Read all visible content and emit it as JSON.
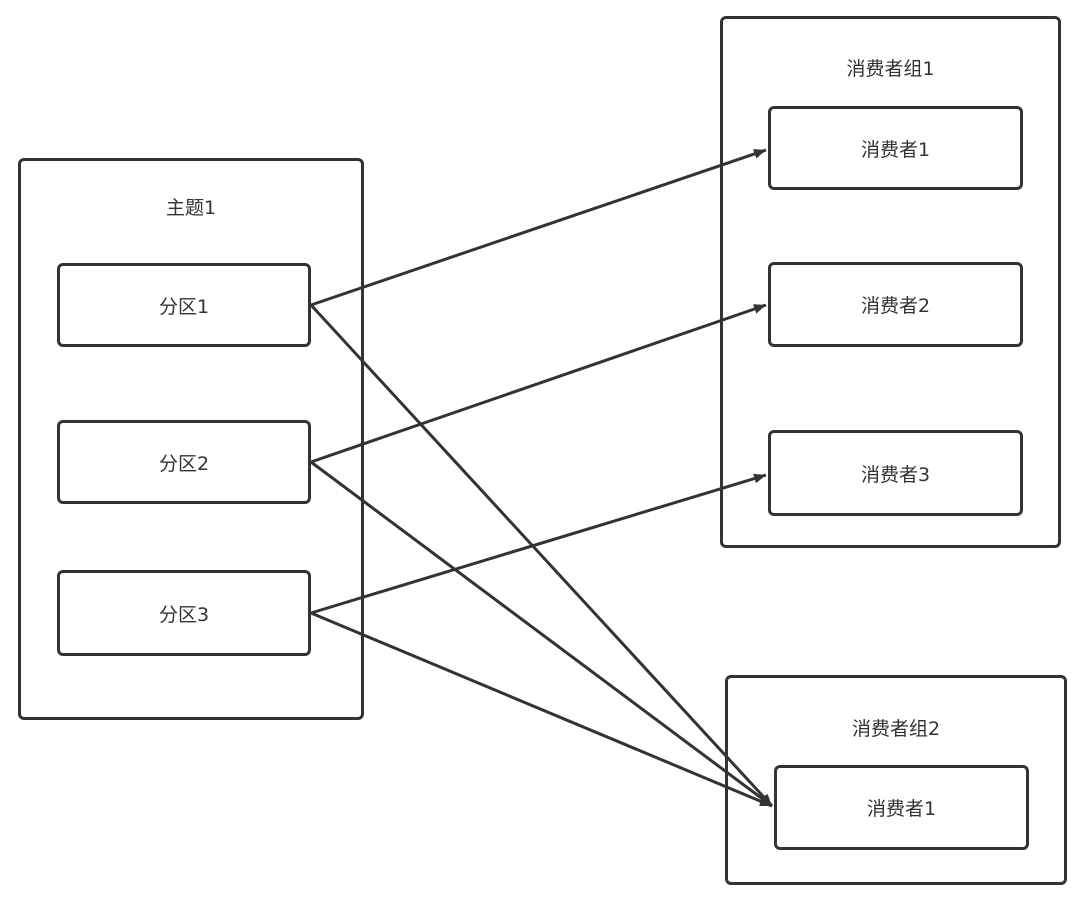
{
  "topic": {
    "title": "主题1",
    "partitions": [
      "分区1",
      "分区2",
      "分区3"
    ]
  },
  "group1": {
    "title": "消费者组1",
    "consumers": [
      "消费者1",
      "消费者2",
      "消费者3"
    ]
  },
  "group2": {
    "title": "消费者组2",
    "consumers": [
      "消费者1"
    ]
  },
  "edges": [
    {
      "from": "分区1",
      "to": "消费者组1/消费者1"
    },
    {
      "from": "分区2",
      "to": "消费者组1/消费者2"
    },
    {
      "from": "分区3",
      "to": "消费者组1/消费者3"
    },
    {
      "from": "分区1",
      "to": "消费者组2/消费者1"
    },
    {
      "from": "分区2",
      "to": "消费者组2/消费者1"
    },
    {
      "from": "分区3",
      "to": "消费者组2/消费者1"
    }
  ],
  "colors": {
    "stroke": "#333333",
    "background": "#ffffff"
  }
}
